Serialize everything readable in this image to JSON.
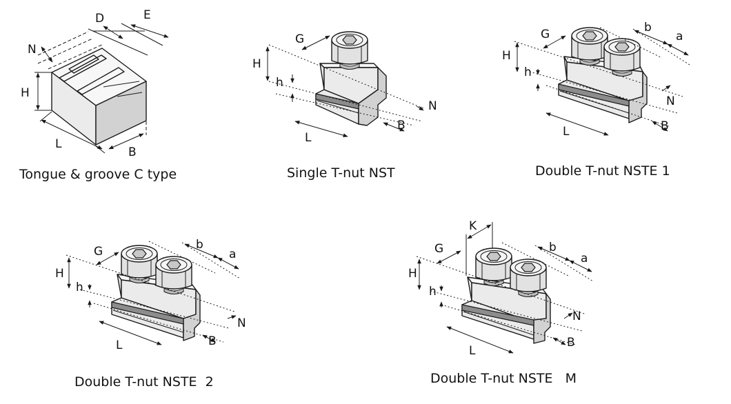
{
  "captions": {
    "c1": "Tongue & groove C type",
    "c2": "Single T-nut NST",
    "c3": "Double T-nut NSTE 1",
    "c4": "Double T-nut NSTE  2",
    "c5": "Double T-nut NSTE   M"
  },
  "labels": {
    "D": "D",
    "E": "E",
    "N": "N",
    "H": "H",
    "L": "L",
    "B": "B",
    "G": "G",
    "h": "h",
    "b": "b",
    "a": "a",
    "K": "K"
  }
}
